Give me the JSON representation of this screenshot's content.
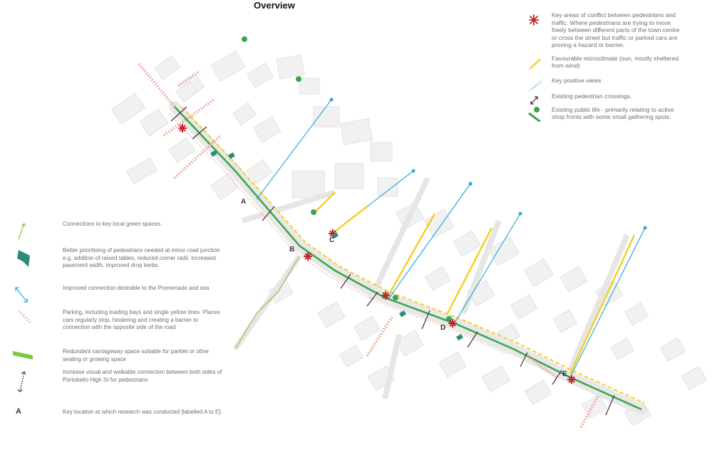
{
  "title": "Overview",
  "colors": {
    "conflict": "#c0272d",
    "microclimate": "#f2d028",
    "view": "#7ec8e8",
    "crossing": "#4a2a3a",
    "public_life": "#3aa64a",
    "connection_green": "#8bc34a",
    "junction": "#2e8b7a",
    "promenade": "#2ea8d8",
    "parking": "#e8a08a",
    "carriageway": "#7ac943",
    "building": "#f1f1f1",
    "building_stroke": "#e2e2e2"
  },
  "legend_right": [
    {
      "icon": "conflict-asterisk-icon",
      "text": "Key areas of conflict between pedestrians and traffic. Where pedestrians are trying to move freely between different parts of the town centre or cross the street but traffic or parked cars are proving a hazard or barrier."
    },
    {
      "icon": "microclimate-line-icon",
      "text": "Favourable microclimate (sun, mostly sheltered from wind)"
    },
    {
      "icon": "view-cone-icon",
      "text": "Key positive views"
    },
    {
      "icon": "crossing-arrow-icon",
      "text": "Existing pedestrian crossings."
    },
    {
      "icon": "public-life-icon",
      "text": "Existing public life - primarily relating to active shop fronts with some small gathering spots."
    }
  ],
  "legend_left": [
    {
      "icon": "green-connection-arrow-icon",
      "text": "Connections to key local green spaces."
    },
    {
      "icon": "junction-wedge-icon",
      "text": "Better prioritising of pedestrians needed at minor road junction e.g. addition of raised tables, reduced corner radii, increased pavement width, improved drop kerbs."
    },
    {
      "icon": "promenade-arrow-icon",
      "text": "Improved connection desirable to the Promenade and sea"
    },
    {
      "icon": "parking-hatch-icon",
      "text": "Parking, including loading bays and single yellow lines. Places cars regularly stop, hindering and creating a barrier to connection with the opposite side of the road"
    },
    {
      "icon": "carriageway-bar-icon",
      "text": "Redundant carriageway space suitable for parklet or other seating or growing space"
    },
    {
      "icon": "walkable-arrow-icon",
      "text": "Increase visual and walkable connection between both sides of Portobello High St for pedestrians"
    },
    {
      "icon": "letter-a-icon",
      "letter": "A",
      "text": "Key location at which research was conducted [labelled A to E]."
    }
  ],
  "sites": [
    "A",
    "B",
    "C",
    "D",
    "E"
  ]
}
